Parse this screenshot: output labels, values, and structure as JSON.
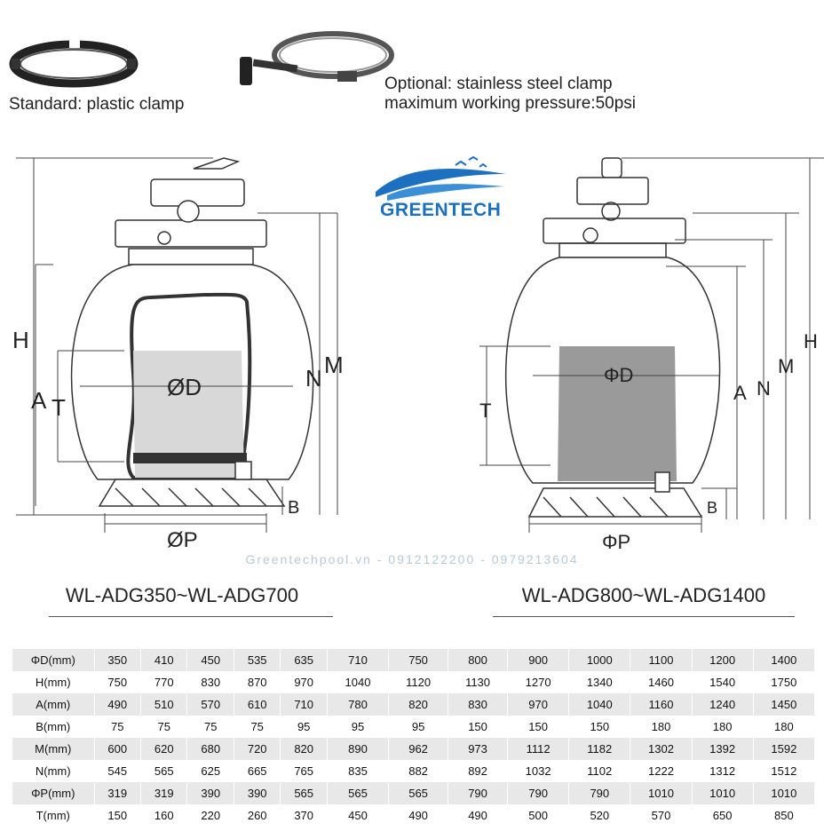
{
  "captions": {
    "standard": "Standard: plastic clamp",
    "optional_line1": "Optional: stainless steel clamp",
    "optional_line2": "maximum working pressure:50psi"
  },
  "logo": {
    "text": "GREENTECH",
    "color": "#1d6fc0"
  },
  "watermark": "Greentechpool.vn - 0912122200 - 0979213604",
  "diagram_labels": {
    "left": {
      "H": "H",
      "A": "A",
      "T": "T",
      "D": "ØD",
      "N": "N",
      "M": "M",
      "B": "B",
      "P": "ØP"
    },
    "right": {
      "T": "T",
      "D": "ΦD",
      "A": "A",
      "N": "N",
      "M": "M",
      "H": "H",
      "B": "B",
      "P": "ΦP"
    }
  },
  "models": {
    "left": "WL-ADG350~WL-ADG700",
    "right": "WL-ADG800~WL-ADG1400"
  },
  "table": {
    "rows": [
      {
        "label": "ΦD(mm)",
        "values": [
          "350",
          "410",
          "450",
          "535",
          "635",
          "710",
          "750",
          "800",
          "900",
          "1000",
          "1100",
          "1200",
          "1400"
        ]
      },
      {
        "label": "H(mm)",
        "values": [
          "750",
          "770",
          "830",
          "870",
          "970",
          "1040",
          "1120",
          "1130",
          "1270",
          "1340",
          "1460",
          "1540",
          "1750"
        ]
      },
      {
        "label": "A(mm)",
        "values": [
          "490",
          "510",
          "570",
          "610",
          "710",
          "780",
          "820",
          "830",
          "970",
          "1040",
          "1160",
          "1240",
          "1450"
        ]
      },
      {
        "label": "B(mm)",
        "values": [
          "75",
          "75",
          "75",
          "75",
          "95",
          "95",
          "95",
          "150",
          "150",
          "150",
          "180",
          "180",
          "180"
        ]
      },
      {
        "label": "M(mm)",
        "values": [
          "600",
          "620",
          "680",
          "720",
          "820",
          "890",
          "962",
          "973",
          "1112",
          "1182",
          "1302",
          "1392",
          "1592"
        ]
      },
      {
        "label": "N(mm)",
        "values": [
          "545",
          "565",
          "625",
          "665",
          "765",
          "835",
          "882",
          "892",
          "1032",
          "1102",
          "1222",
          "1312",
          "1512"
        ]
      },
      {
        "label": "ΦP(mm)",
        "values": [
          "319",
          "319",
          "390",
          "390",
          "565",
          "565",
          "565",
          "790",
          "790",
          "790",
          "1010",
          "1010",
          "1010"
        ]
      },
      {
        "label": "T(mm)",
        "values": [
          "150",
          "160",
          "220",
          "260",
          "370",
          "450",
          "490",
          "490",
          "500",
          "520",
          "570",
          "650",
          "850"
        ]
      }
    ]
  }
}
